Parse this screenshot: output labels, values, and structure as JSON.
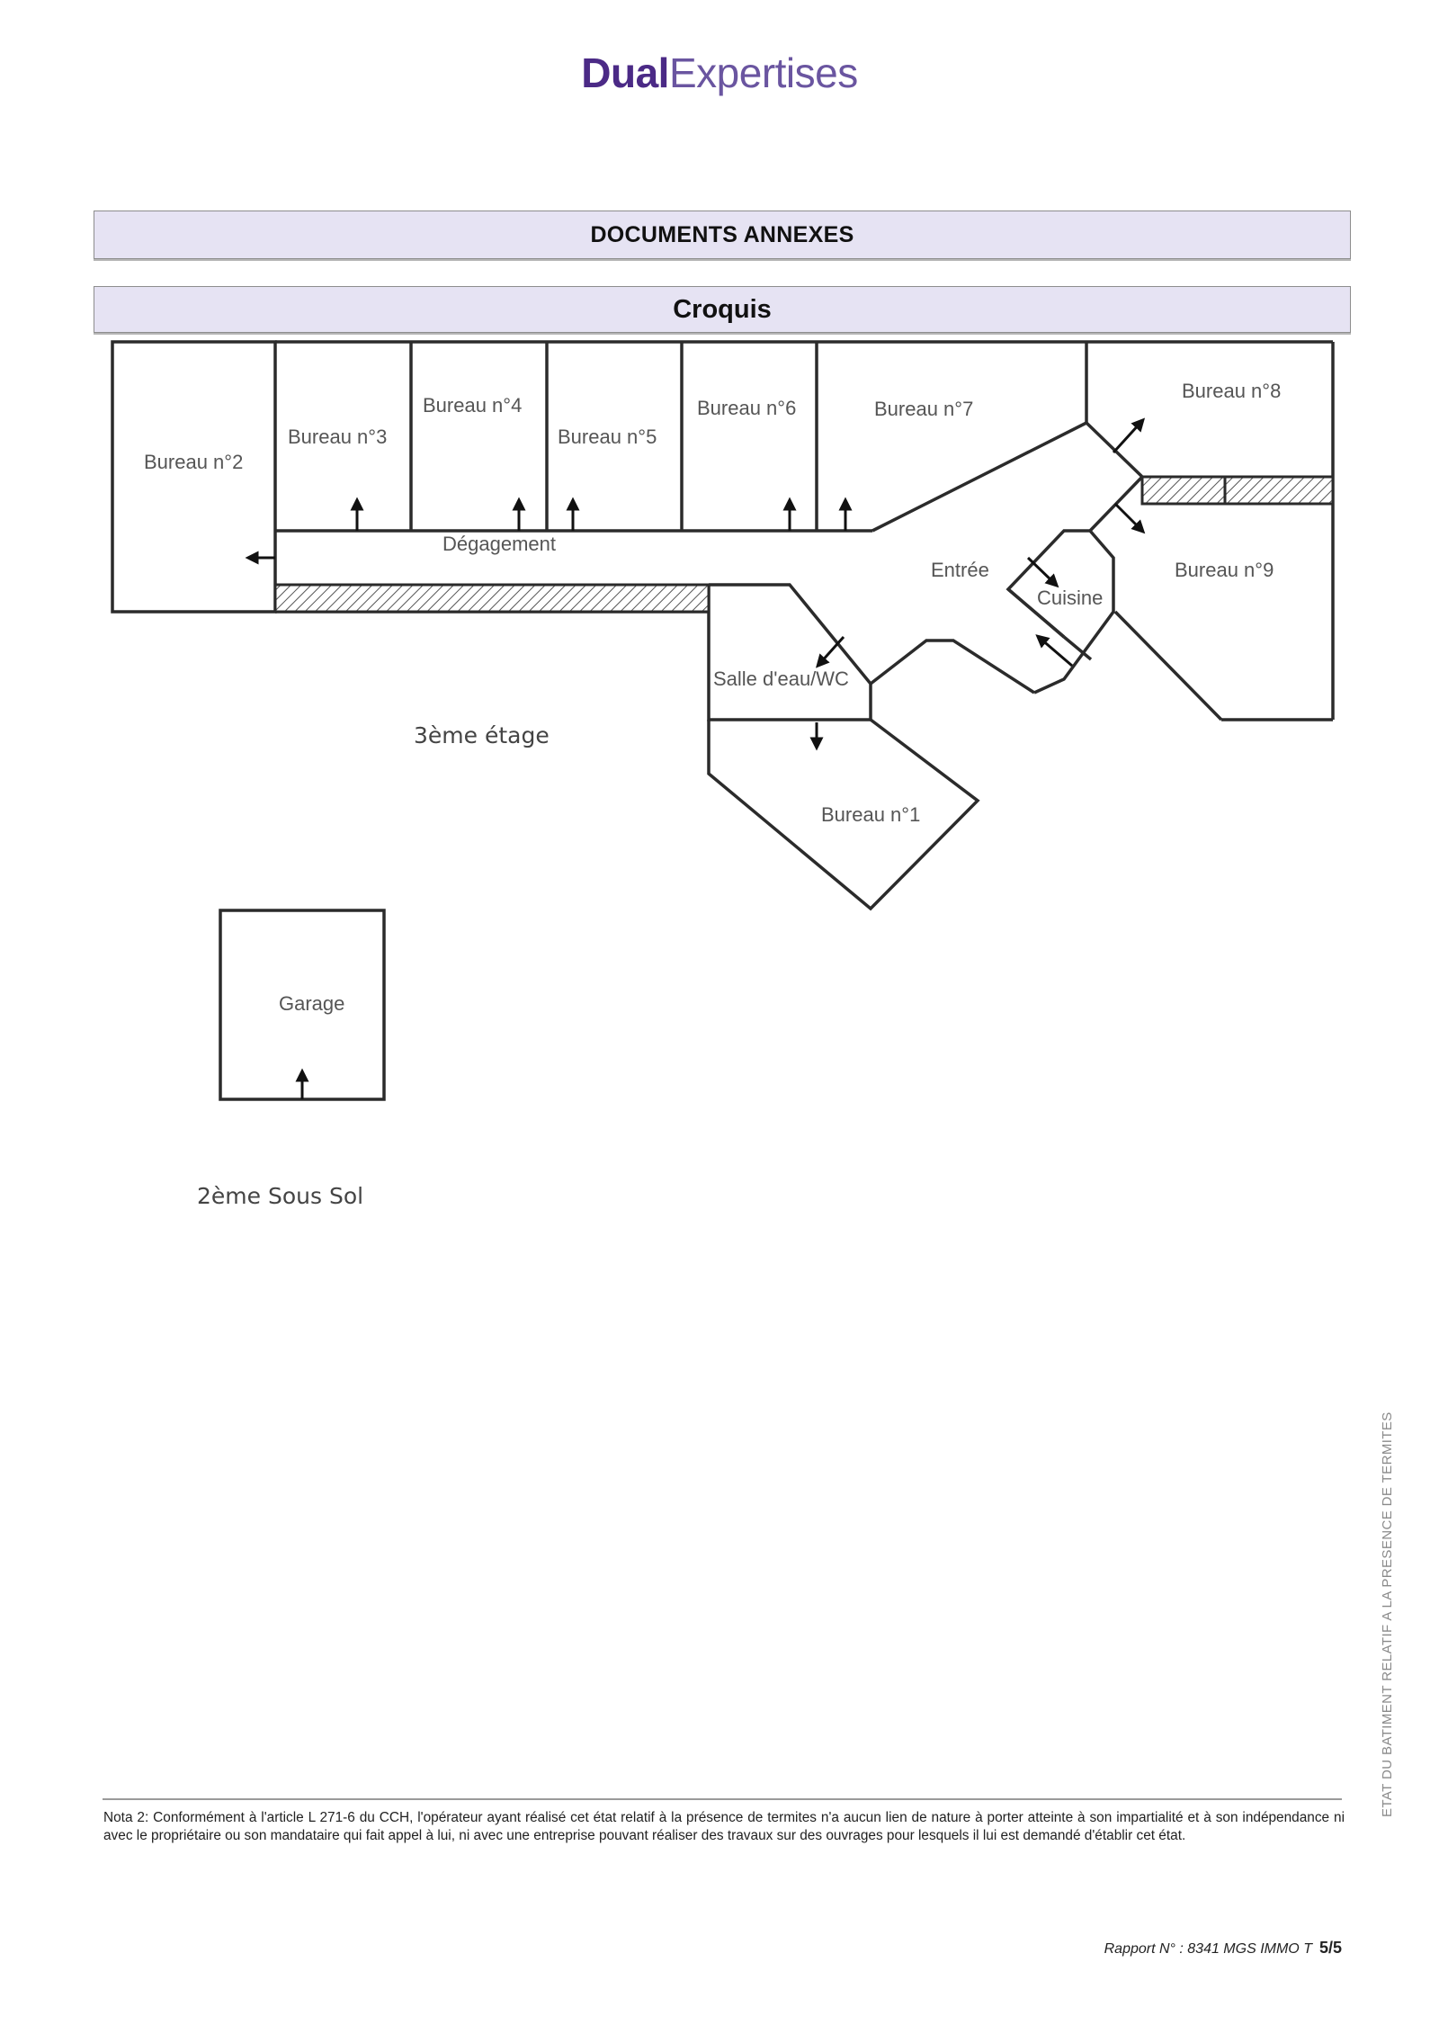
{
  "header": {
    "logo_bold": "Dual",
    "logo_light": "Expertises",
    "brand_color": "#4b2a86"
  },
  "section": {
    "title": "DOCUMENTS ANNEXES",
    "subtitle": "Croquis",
    "bar_color": "#e6e3f3"
  },
  "floor_plan": {
    "floors": [
      {
        "label": "3ème étage",
        "rooms": [
          {
            "name": "Bureau n°1"
          },
          {
            "name": "Bureau n°2"
          },
          {
            "name": "Bureau n°3"
          },
          {
            "name": "Bureau n°4"
          },
          {
            "name": "Bureau n°5"
          },
          {
            "name": "Bureau n°6"
          },
          {
            "name": "Bureau n°7"
          },
          {
            "name": "Bureau n°8"
          },
          {
            "name": "Bureau n°9"
          },
          {
            "name": "Dégagement"
          },
          {
            "name": "Entrée"
          },
          {
            "name": "Cuisine"
          },
          {
            "name": "Salle d'eau/WC"
          }
        ]
      },
      {
        "label": "2ème Sous Sol",
        "rooms": [
          {
            "name": "Garage"
          }
        ]
      }
    ]
  },
  "side_text": "ETAT DU BATIMENT RELATIF A LA PRESENCE DE TERMITES",
  "footer": {
    "nota": "Nota 2: Conformément à l'article L 271-6 du CCH, l'opérateur ayant réalisé cet état relatif à la présence de termites n'a aucun lien de nature à porter atteinte à son impartialité et à son indépendance ni avec le propriétaire ou son mandataire qui fait appel à lui, ni avec une entreprise pouvant réaliser des travaux sur des ouvrages pour lesquels il lui est demandé d'établir cet état.",
    "report_ref": "Rapport N° : 8341 MGS IMMO T",
    "page": "5/5"
  }
}
